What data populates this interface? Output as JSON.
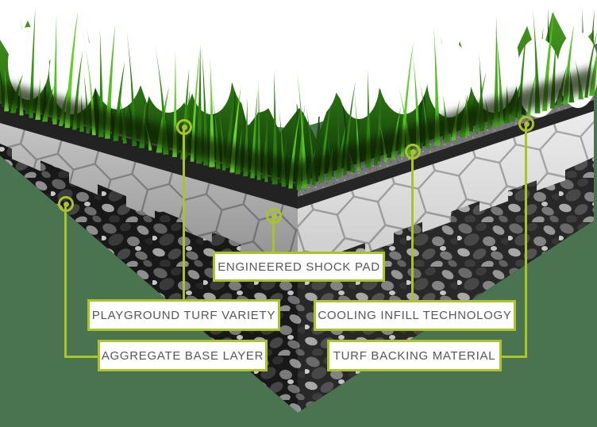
{
  "colors": {
    "accent_green": "#a9c32b",
    "background_green": "#4a7350",
    "label_text": "#56575b",
    "label_background": "#ffffff"
  },
  "illustration": {
    "description": "Isometric cutaway of a playground artificial turf installation",
    "layer_order_top_to_bottom": [
      "grass blades",
      "cooling infill",
      "turf backing",
      "engineered shock pad",
      "aggregate base"
    ]
  },
  "callouts": [
    {
      "id": "engineered-shock-pad",
      "label": "ENGINEERED SHOCK PAD"
    },
    {
      "id": "playground-turf-variety",
      "label": "PLAYGROUND TURF VARIETY"
    },
    {
      "id": "cooling-infill-technology",
      "label": "COOLING INFILL TECHNOLOGY"
    },
    {
      "id": "aggregate-base-layer",
      "label": "AGGREGATE BASE LAYER"
    },
    {
      "id": "turf-backing-material",
      "label": "TURF BACKING MATERIAL"
    }
  ]
}
